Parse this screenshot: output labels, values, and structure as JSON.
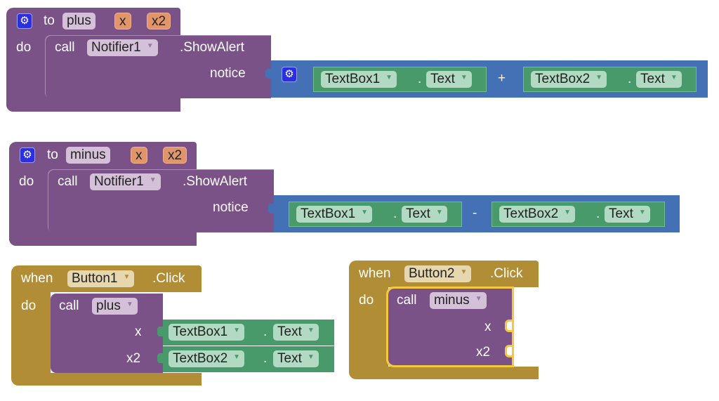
{
  "procedures": [
    {
      "keyword_to": "to",
      "name": "plus",
      "params": [
        "x",
        "x2"
      ],
      "keyword_do": "do",
      "call_label": "call",
      "component": "Notifier1",
      "method": ".ShowAlert",
      "arg_label": "notice",
      "operator": "+",
      "left": {
        "component": "TextBox1",
        "property": "Text"
      },
      "right": {
        "component": "TextBox2",
        "property": "Text"
      }
    },
    {
      "keyword_to": "to",
      "name": "minus",
      "params": [
        "x",
        "x2"
      ],
      "keyword_do": "do",
      "call_label": "call",
      "component": "Notifier1",
      "method": ".ShowAlert",
      "arg_label": "notice",
      "operator": "-",
      "left": {
        "component": "TextBox1",
        "property": "Text"
      },
      "right": {
        "component": "TextBox2",
        "property": "Text"
      }
    }
  ],
  "events": [
    {
      "keyword_when": "when",
      "component": "Button1",
      "event": ".Click",
      "keyword_do": "do",
      "call_label": "call",
      "procedure": "plus",
      "args": [
        {
          "label": "x",
          "component": "TextBox1",
          "property": "Text"
        },
        {
          "label": "x2",
          "component": "TextBox2",
          "property": "Text"
        }
      ]
    },
    {
      "keyword_when": "when",
      "component": "Button2",
      "event": ".Click",
      "keyword_do": "do",
      "call_label": "call",
      "procedure": "minus",
      "args": [
        {
          "label": "x"
        },
        {
          "label": "x2"
        }
      ]
    }
  ],
  "icons": {
    "gear": "⚙",
    "dropdown": "▼"
  },
  "colors": {
    "procedure": "#7b5287",
    "text_join": "#4470b5",
    "component": "#489a6b",
    "event": "#b18e35",
    "selection": "#f5c842"
  }
}
